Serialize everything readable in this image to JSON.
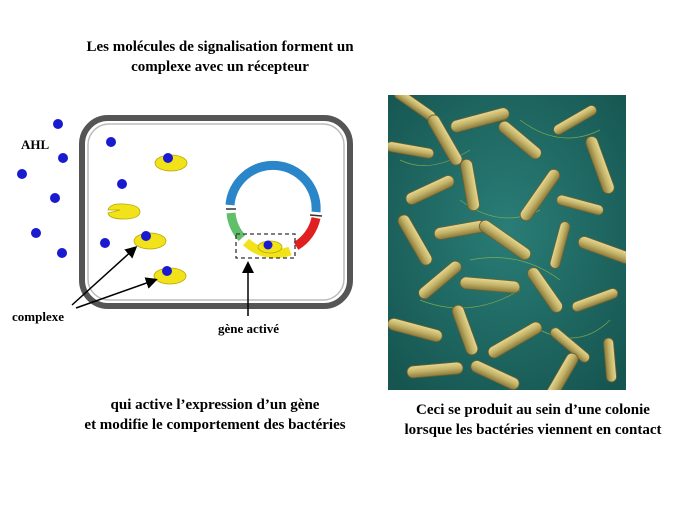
{
  "title": "Les molécules de signalisation forment un complexe avec un récepteur",
  "title_line1": "Les molécules de signalisation forment un",
  "title_line2": "complexe avec un récepteur",
  "labels": {
    "ahl": "AHL",
    "complexe": "complexe",
    "gene_active": "gène activé"
  },
  "captions": {
    "bottom_left_line1": "qui active l’expression d’un gène",
    "bottom_left_line2": "et modifie le comportement des bactéries",
    "bottom_right_line1": "Ceci se produit au sein d’une colonie",
    "bottom_right_line2": "lorsque les bactéries viennent en contact"
  },
  "colors": {
    "molecule": "#1a1ad0",
    "receptor": "#f2e21a",
    "plasmid_blue": "#2a86c8",
    "plasmid_red": "#e02020",
    "plasmid_green": "#5fbf6a",
    "photo_background": "#1f6b66",
    "bacteria": "#c8b86a"
  }
}
